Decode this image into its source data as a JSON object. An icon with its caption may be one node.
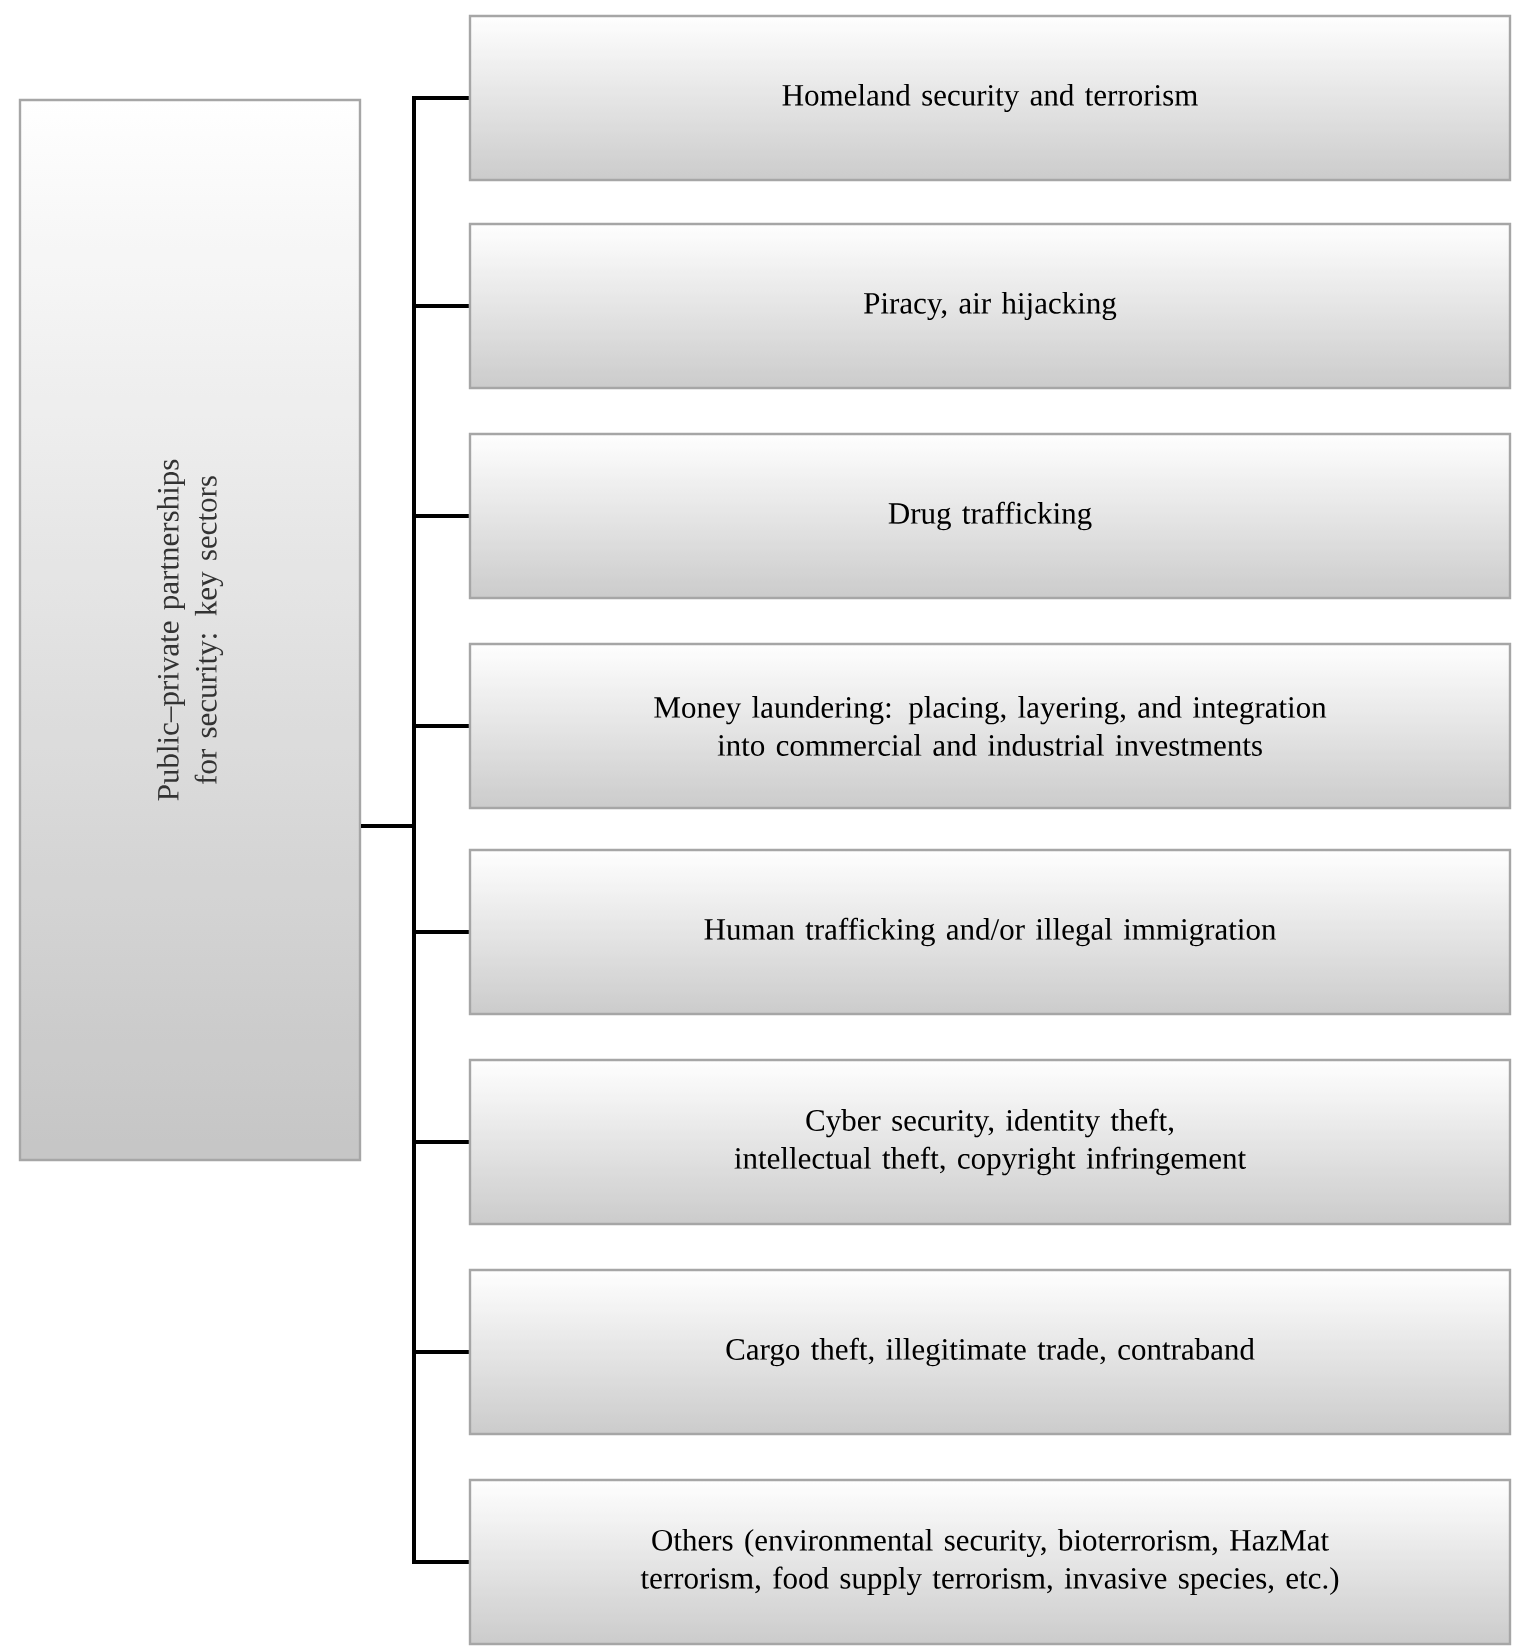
{
  "diagram": {
    "nodes": [
      {
        "text": [
          "Public–private partnerships for security: key sectors"
        ]
      },
      {
        "text": [
          "Homeland security and terrorism"
        ]
      },
      {
        "text": [
          "Piracy, air hijacking"
        ]
      },
      {
        "text": [
          "Drug trafficking"
        ]
      },
      {
        "text": [
          "Money laundering: placing, layering, and integration into commercial and industrial investments"
        ]
      },
      {
        "text": [
          "Human trafficking and/or illegal immigration"
        ]
      },
      {
        "text": [
          "Cyber security, identity theft, intellectual theft, copyright infringement"
        ]
      },
      {
        "text": [
          "Cargo theft, illegitimate trade, contraband"
        ]
      },
      {
        "text": [
          "Others (environmental security, bioterrorism, HazMat terrorism, food supply terrorism, invasive species, etc.)"
        ]
      }
    ],
    "edges": [
      {
        "from": 0,
        "to": 1,
        "arrow": "none"
      },
      {
        "from": 0,
        "to": 2,
        "arrow": "none"
      },
      {
        "from": 0,
        "to": 3,
        "arrow": "none"
      },
      {
        "from": 0,
        "to": 4,
        "arrow": "none"
      },
      {
        "from": 0,
        "to": 5,
        "arrow": "none"
      },
      {
        "from": 0,
        "to": 6,
        "arrow": "none"
      },
      {
        "from": 0,
        "to": 7,
        "arrow": "none"
      },
      {
        "from": 0,
        "to": 8,
        "arrow": "none"
      }
    ]
  }
}
